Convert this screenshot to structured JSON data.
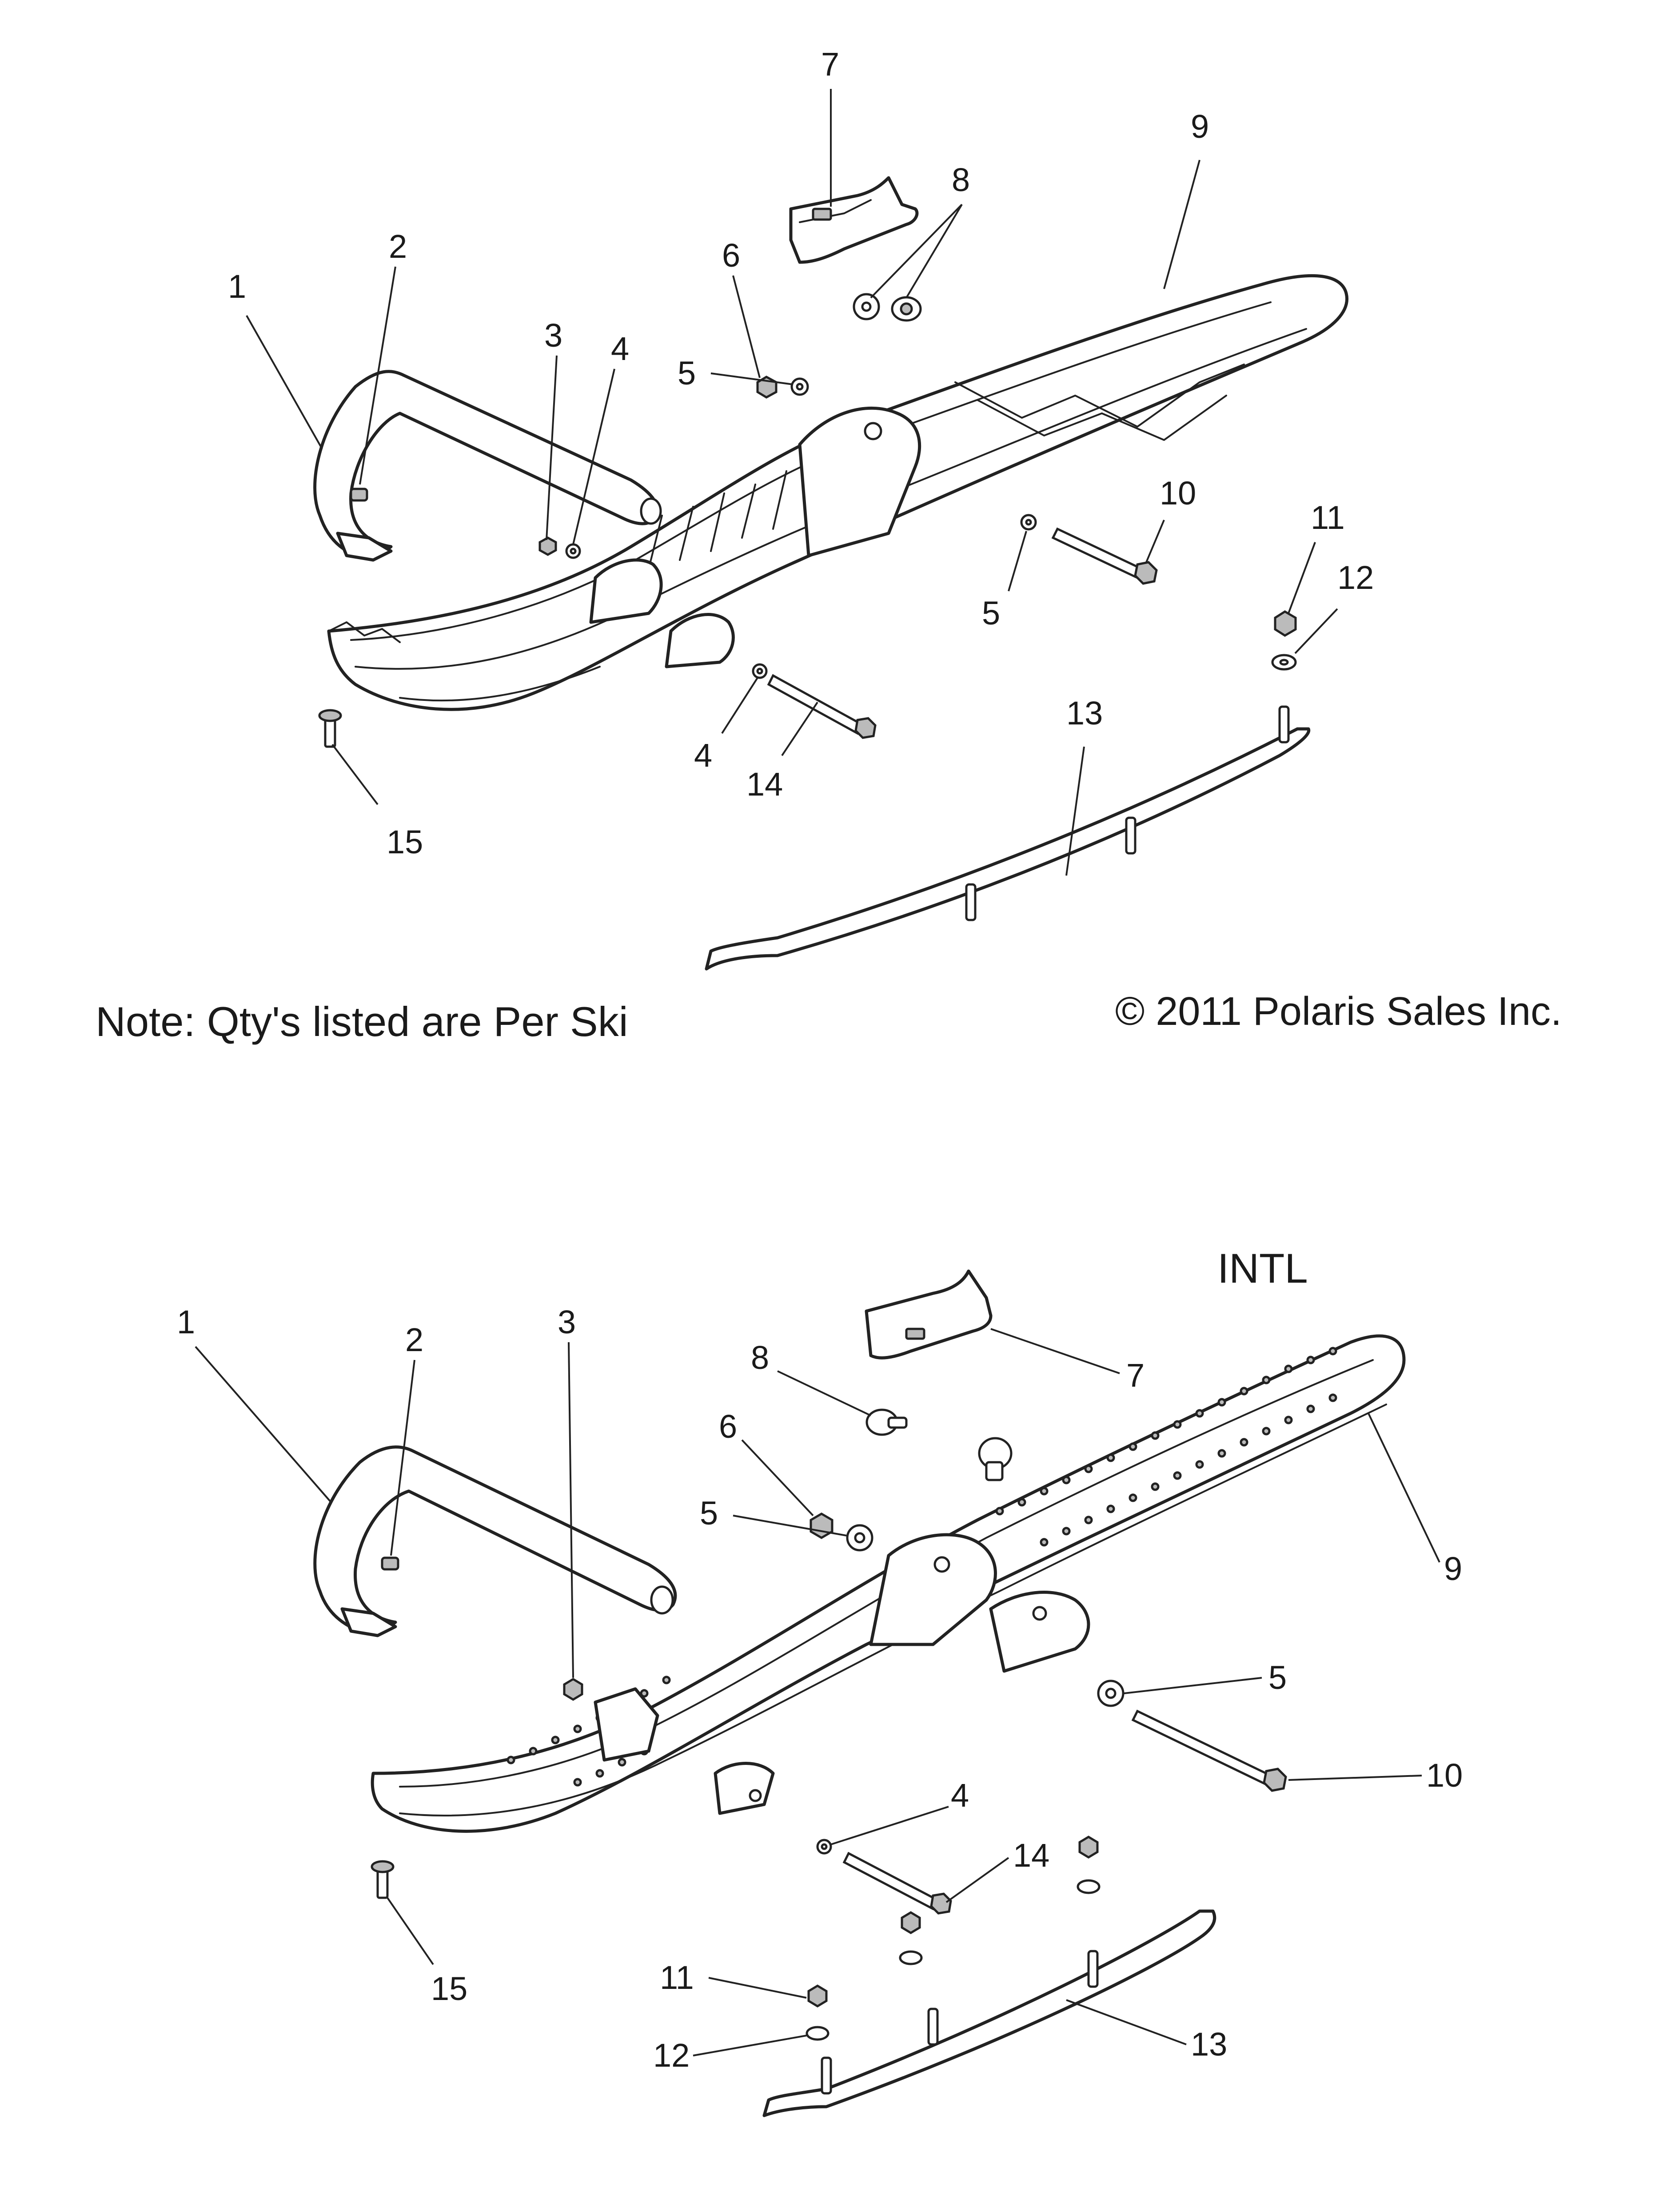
{
  "note": "Note: Qty's listed are Per Ski",
  "copyright": "© 2011 Polaris Sales Inc.",
  "intl_label": "INTL",
  "top_callouts": [
    "1",
    "2",
    "3",
    "4",
    "5",
    "6",
    "7",
    "8",
    "9",
    "10",
    "11",
    "12",
    "5",
    "4",
    "14",
    "13",
    "15"
  ],
  "bottom_callouts": [
    "1",
    "2",
    "3",
    "8",
    "7",
    "6",
    "5",
    "9",
    "5",
    "10",
    "4",
    "14",
    "11",
    "12",
    "13",
    "15"
  ]
}
